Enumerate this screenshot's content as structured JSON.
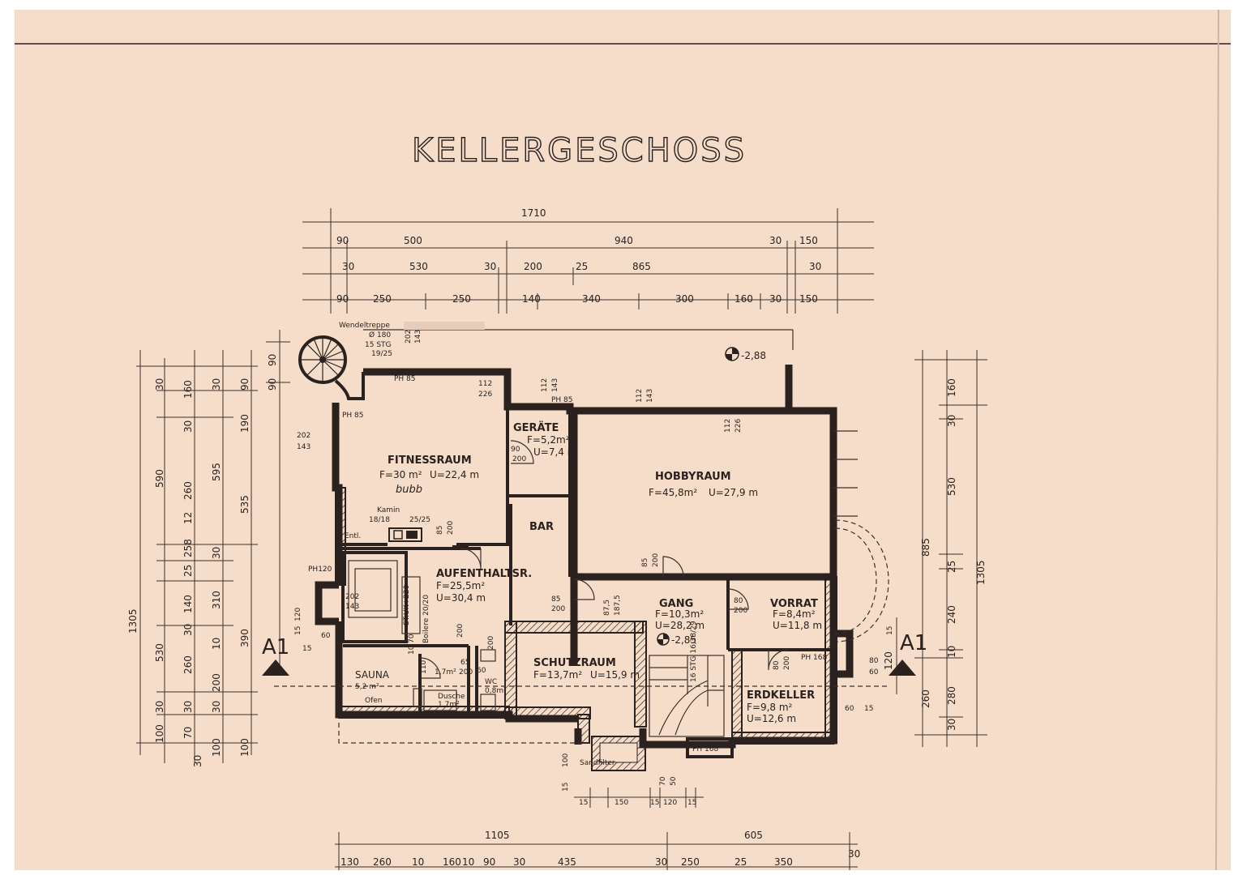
{
  "title": "KELLERGESCHOSS",
  "rooms": {
    "fitness": {
      "name": "FITNESSRAUM",
      "area": "F=30 m²",
      "perimeter": "U=22,4 m"
    },
    "geraete": {
      "name": "GERÄTE",
      "area": "F=5,2m²",
      "perimeter": "U=7,4 m"
    },
    "hobby": {
      "name": "HOBBYRAUM",
      "area": "F=45,8m²",
      "perimeter": "U=27,9 m"
    },
    "bar": {
      "name": "BAR"
    },
    "aufenthalt": {
      "name": "AUFENTHALTSR.",
      "area": "F=25,5m²",
      "perimeter": "U=30,4 m"
    },
    "gang": {
      "name": "GANG",
      "area": "F=10,3m²",
      "perimeter": "U=28,2 m"
    },
    "vorrat": {
      "name": "VORRAT",
      "area": "F=8,4m²",
      "perimeter": "U=11,8 m"
    },
    "schutz": {
      "name": "SCHUTZRAUM",
      "area": "F=13,7m²",
      "perimeter": "U=15,9 m"
    },
    "erdkeller": {
      "name": "ERDKELLER",
      "area": "F=9,8 m²",
      "perimeter": "U=12,6 m"
    },
    "sauna": {
      "name": "SAUNA",
      "area": "5,2 m²",
      "extra": "Ofen"
    },
    "dusche": {
      "name": "Dusche",
      "area": "1,7m²"
    },
    "wc": {
      "name": "WC",
      "area": "0,8m²"
    }
  },
  "labels": {
    "wendeltreppe": "Wendeltreppe",
    "wendel_dia": "Ø 180",
    "wendel_stg": "15 STG",
    "wendel_step": "19/25",
    "karmin": "Kamin",
    "karmin_size": "18/18",
    "karmin_size2": "25/25",
    "entl": "Entl.",
    "sandfilter": "Sandfilter",
    "stuk": "ST.UK+220",
    "boiler": "Boilere 20/20",
    "level_top": "-2,88",
    "level_gang": "-2,85",
    "stg": "16 STG 16,38/29",
    "ph85_a": "PH 85",
    "ph85_b": "PH 85",
    "ph85_c": "PH 85",
    "ph120": "PH120",
    "ph168_a": "PH 168",
    "ph168_b": "PH 168",
    "sec_left": "A1",
    "sec_right": "A1",
    "scribble": "bubb",
    "sauna_dims": "1,7m²"
  },
  "dims_top": {
    "total": "1710",
    "r1": [
      "90",
      "500",
      "940",
      "30",
      "150"
    ],
    "r2": [
      "30",
      "530",
      "30",
      "200",
      "25",
      "865",
      "30"
    ],
    "r3": [
      "90",
      "250",
      "250",
      "140",
      "340",
      "300",
      "160",
      "30",
      "150"
    ]
  },
  "dims_left": {
    "total": "1305",
    "c1": [
      "30",
      "590",
      "530",
      "30",
      "100",
      "30"
    ],
    "c2": [
      "160",
      "30",
      "260",
      "12",
      "258",
      "25",
      "140",
      "30",
      "260",
      "30",
      "70"
    ],
    "c3": [
      "30",
      "595",
      "30",
      "310",
      "10",
      "200",
      "30",
      "100"
    ],
    "c4": [
      "90",
      "190",
      "535",
      "390",
      "100"
    ],
    "c5": [
      "90",
      "90",
      "202",
      "143",
      "120",
      "15",
      "60",
      "15"
    ]
  },
  "dims_right": {
    "total": "1305",
    "c1": [
      "160",
      "30",
      "530",
      "25",
      "240",
      "10",
      "280",
      "30"
    ],
    "c2": [
      "885",
      "260"
    ],
    "c3": [
      "15",
      "120",
      "80",
      "60",
      "60",
      "15"
    ]
  },
  "dims_bottom": {
    "total_a": "1105",
    "total_b": "605",
    "r1": [
      "130",
      "260",
      "10",
      "160",
      "10",
      "90",
      "30",
      "435",
      "30",
      "250",
      "25",
      "350",
      "30"
    ],
    "r2": [
      "15",
      "150",
      "15",
      "120",
      "15"
    ],
    "r3": [
      "100",
      "15",
      "70",
      "50"
    ]
  },
  "openings": {
    "fitness_win": [
      "112",
      "226"
    ],
    "geraete_win": [
      "112",
      "143"
    ],
    "hobby_win": [
      "112",
      "143"
    ],
    "hobby_win2": [
      "112",
      "226"
    ],
    "wendel_win": [
      "202",
      "143"
    ],
    "fitness_side": [
      "202",
      "143"
    ],
    "geraete_door": [
      "90",
      "200"
    ],
    "bar_door": [
      "85",
      "200"
    ],
    "hobby_door": [
      "85",
      "200"
    ],
    "aufent_door": [
      "85",
      "200"
    ],
    "schutz_door": [
      "87,5",
      "187,5"
    ],
    "vorrat_door": [
      "80",
      "200"
    ],
    "erdk_door": [
      "80",
      "200"
    ],
    "sauna_door": [
      "65",
      "200"
    ],
    "sauna_win": [
      "110",
      "200"
    ],
    "gang_stair": [
      "70",
      "10"
    ],
    "wc_door": [
      "60",
      "200"
    ]
  }
}
